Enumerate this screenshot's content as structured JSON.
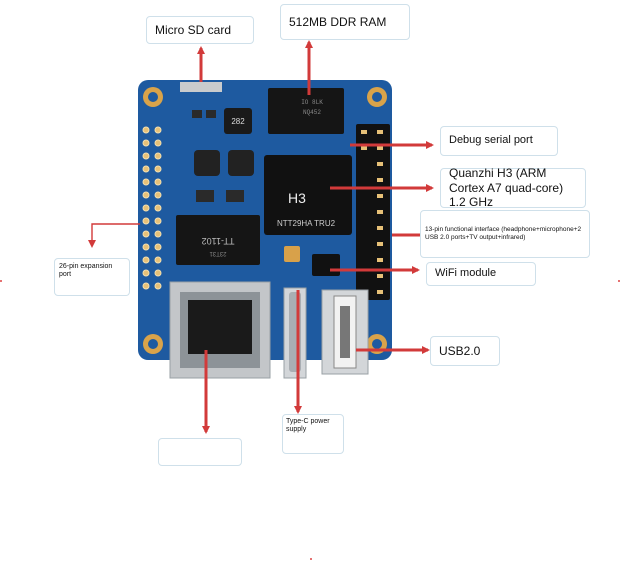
{
  "callouts": {
    "microsd": "Micro SD card",
    "ram": "512MB DDR RAM",
    "debug": "Debug serial port",
    "soc": "Quanzhi H3 (ARM Cortex A7 quad-core) 1.2 GHz",
    "functional": "13-pin functional interface (headphone+microphone+2 USB 2.0 ports+TV output+infrared)",
    "pin26": "26-pin expansion port",
    "wifi": "WiFi module",
    "usb": "USB2.0",
    "typec": "Type-C power supply",
    "ethernet": ""
  },
  "chips": {
    "soc_title": "H3",
    "soc_marking": "NTT29HA TRU2",
    "inductor_code": "282",
    "magnetics_text": "TT-1102",
    "magnetics_sub": "23T31"
  },
  "colors": {
    "pcb": "#1e5aa0",
    "arrow": "#d23a3a",
    "callout_border": "#cfe0ea"
  }
}
